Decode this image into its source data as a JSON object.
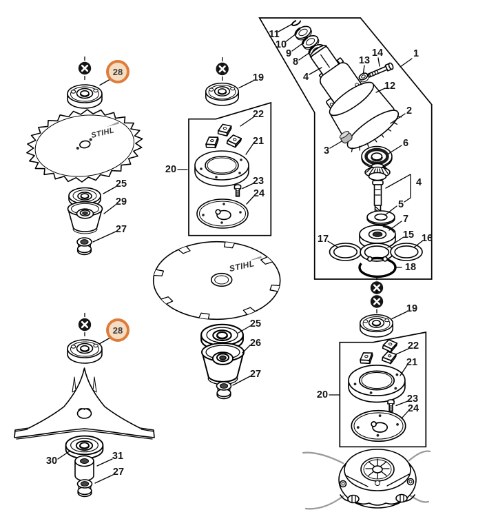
{
  "diagram": {
    "brand": "STIHL",
    "highlight": {
      "ring": "#DD7D3C",
      "fill": "#F6DCC1",
      "highlighted_callout": "28"
    },
    "callouts": {
      "1": "1",
      "2": "2",
      "3": "3",
      "4": "4",
      "5": "5",
      "6": "6",
      "7": "7",
      "8": "8",
      "9": "9",
      "10": "10",
      "11": "11",
      "12": "12",
      "13": "13",
      "14": "14",
      "15": "15",
      "16": "16",
      "17": "17",
      "18": "18",
      "19": "19",
      "20": "20",
      "21": "21",
      "22": "22",
      "23": "23",
      "24": "24",
      "25": "25",
      "26": "26",
      "27": "27",
      "28": "28",
      "29": "29",
      "30": "30",
      "31": "31"
    }
  }
}
